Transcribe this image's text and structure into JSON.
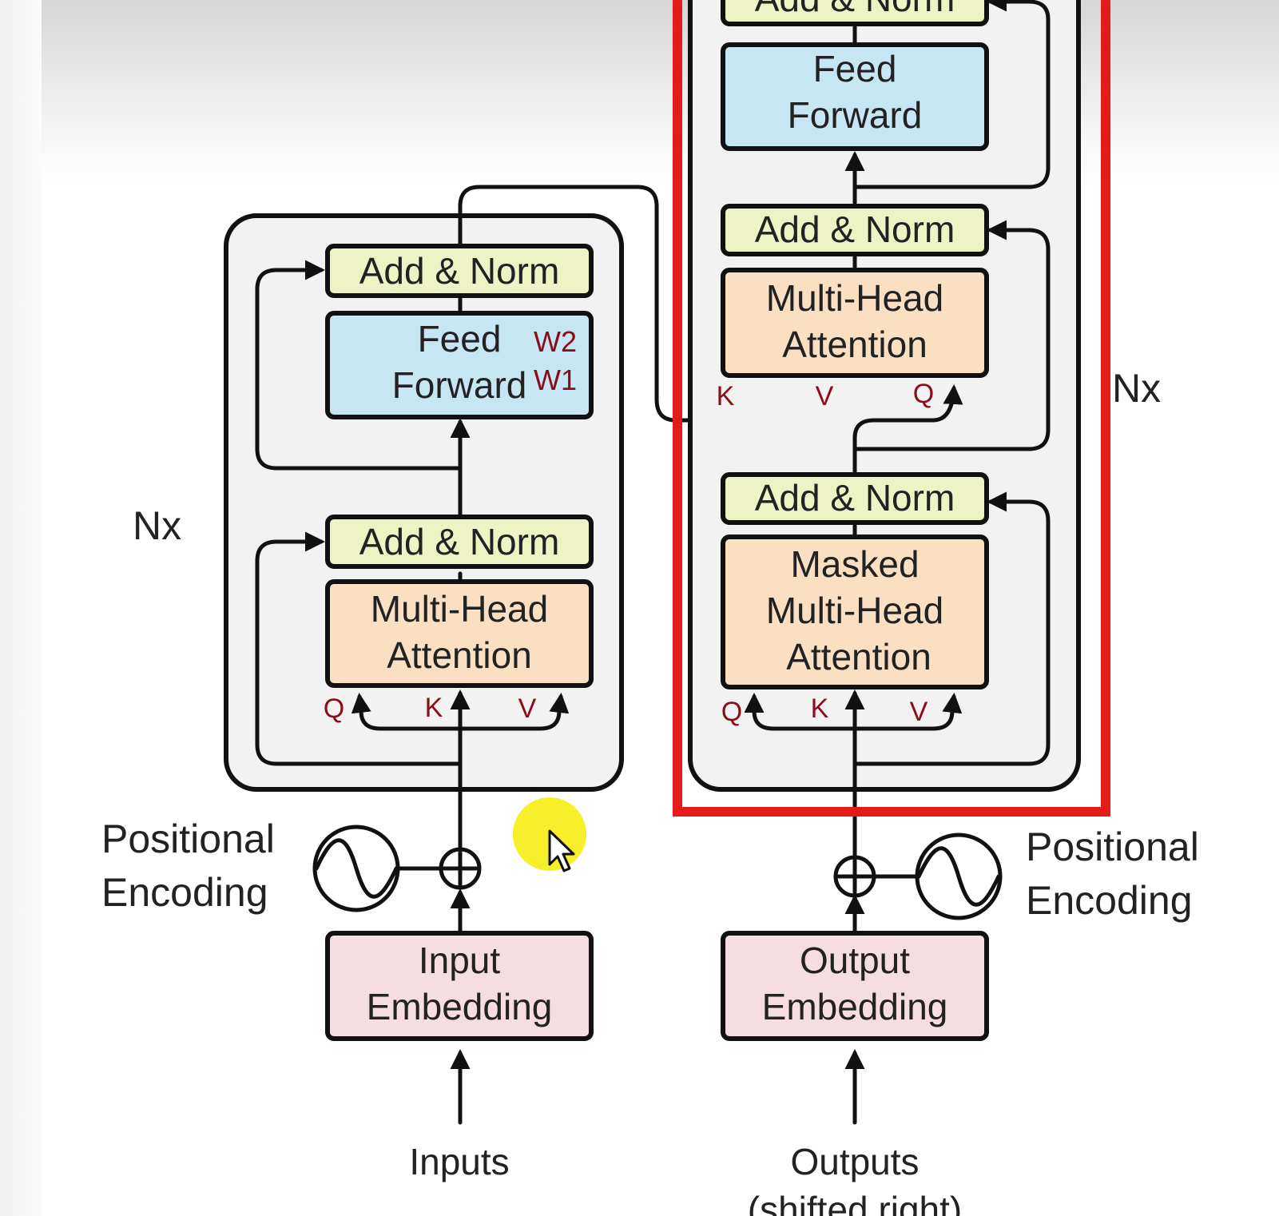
{
  "encoder": {
    "add_norm_top": "Add & Norm",
    "feed_forward": [
      "Feed",
      "Forward"
    ],
    "w2": "W2",
    "w1": "W1",
    "add_norm_bottom": "Add & Norm",
    "mha": [
      "Multi-Head",
      "Attention"
    ],
    "q": "Q",
    "k": "K",
    "v": "V",
    "nx": "Nx",
    "positional_encoding": [
      "Positional",
      "Encoding"
    ],
    "input_embedding": [
      "Input",
      "Embedding"
    ],
    "inputs": "Inputs"
  },
  "decoder": {
    "add_norm_top": "Add & Norm",
    "feed_forward": [
      "Feed",
      "Forward"
    ],
    "add_norm_mid": "Add & Norm",
    "mha": [
      "Multi-Head",
      "Attention"
    ],
    "mha_k": "K",
    "mha_v": "V",
    "mha_q": "Q",
    "add_norm_bottom": "Add & Norm",
    "masked_mha": [
      "Masked",
      "Multi-Head",
      "Attention"
    ],
    "q": "Q",
    "k": "K",
    "v": "V",
    "nx": "Nx",
    "positional_encoding": [
      "Positional",
      "Encoding"
    ],
    "output_embedding": [
      "Output",
      "Embedding"
    ],
    "outputs": [
      "Outputs",
      "(shifted right)"
    ]
  },
  "colors": {
    "add_norm": "#eef3c6",
    "feed_forward": "#c6e6f3",
    "attention": "#fbdfc2",
    "embedding": "#f6dde2",
    "layer_bg": "#f2f2f2",
    "highlight": "#e51a1a",
    "label_red": "#8b0d1a",
    "cursor_highlight": "#f6ee1e"
  }
}
